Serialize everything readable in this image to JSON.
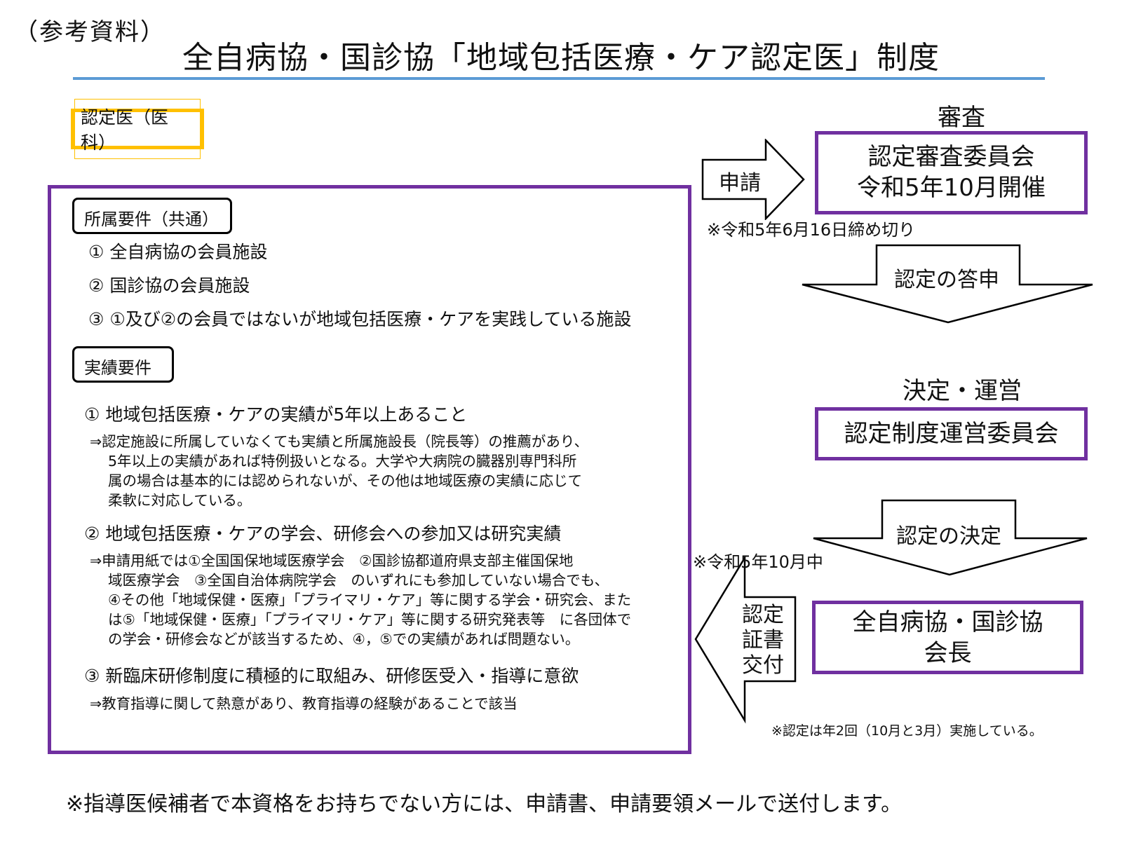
{
  "header": {
    "ref_label": "（参考資料）",
    "title": "全自病協・国診協「地域包括医療・ケア認定医」制度"
  },
  "badge": "認定医（医科）",
  "affiliation": {
    "heading": "所属要件（共通）",
    "items": [
      "① 全自病協の会員施設",
      "② 国診協の会員施設",
      "③ ①及び②の会員ではないが地域包括医療・ケアを実践している施設"
    ]
  },
  "performance": {
    "heading": "実績要件",
    "items": [
      {
        "title": "① 地域包括医療・ケアの実績が5年以上あること",
        "note": [
          "⇒認定施設に所属していなくても実績と所属施設長（院長等）の推薦があり、",
          "5年以上の実績があれば特例扱いとなる。大学や大病院の臓器別専門科所",
          "属の場合は基本的には認められないが、その他は地域医療の実績に応じて",
          "柔軟に対応している。"
        ]
      },
      {
        "title": "② 地域包括医療・ケアの学会、研修会への参加又は研究実績",
        "note": [
          "⇒申請用紙では①全国国保地域医療学会　②国診協都道府県支部主催国保地",
          "域医療学会　③全国自治体病院学会　のいずれにも参加していない場合でも、",
          "④その他「地域保健・医療」「プライマリ・ケア」等に関する学会・研究会、また",
          "は⑤「地域保健・医療」「プライマリ・ケア」等に関する研究発表等　に各団体で",
          "の学会・研修会などが該当するため、④，⑤での実績があれば問題ない。"
        ]
      },
      {
        "title": "③ 新臨床研修制度に積極的に取組み、研修医受入・指導に意欲",
        "note": [
          "⇒教育指導に関して熱意があり、教育指導の経験があることで該当"
        ]
      }
    ]
  },
  "flow": {
    "review_heading": "審査",
    "apply_label": "申請",
    "review_box": [
      "認定審査委員会",
      "令和5年10月開催"
    ],
    "deadline_note": "※令和5年6月16日締め切り",
    "report_label": "認定の答申",
    "decision_heading": "決定・運営",
    "ops_box": "認定制度運営委員会",
    "decision_label": "認定の決定",
    "issue_note": "※令和5年10月中",
    "issue_label": [
      "認定",
      "証書",
      "交付"
    ],
    "pres_box": [
      "全自病協・国診協",
      "会長"
    ],
    "twice_note": "※認定は年2回（10月と3月）実施している。"
  },
  "footer": "※指導医候補者で本資格をお持ちでない方には、申請書、申請要領メールで送付します。",
  "colors": {
    "accent_purple": "#7030a0",
    "badge_gold": "#ffc000",
    "rule_blue": "#5b9bd5"
  }
}
